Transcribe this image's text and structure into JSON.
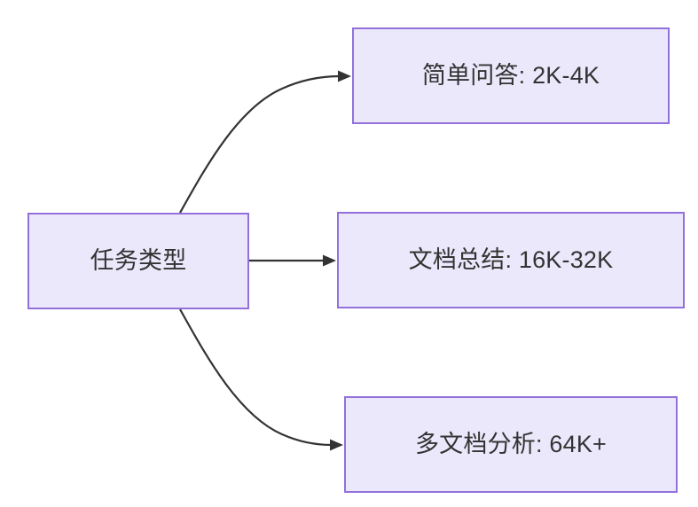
{
  "diagram": {
    "type": "flowchart",
    "direction": "left-to-right",
    "background_color": "#ffffff",
    "node_fill_color": "#ece8fb",
    "node_border_color": "#9370db",
    "text_color": "#333333",
    "edge_color": "#333333",
    "root": {
      "id": "root",
      "label": "任务类型"
    },
    "branches": [
      {
        "id": "simple-qa",
        "label": "简单问答: 2K-4K",
        "task": "简单问答",
        "context_length": "2K-4K",
        "edge_style": "curved-up"
      },
      {
        "id": "doc-summary",
        "label": "文档总结: 16K-32K",
        "task": "文档总结",
        "context_length": "16K-32K",
        "edge_style": "straight"
      },
      {
        "id": "multi-doc",
        "label": "多文档分析: 64K+",
        "task": "多文档分析",
        "context_length": "64K+",
        "edge_style": "curved-down"
      }
    ]
  }
}
